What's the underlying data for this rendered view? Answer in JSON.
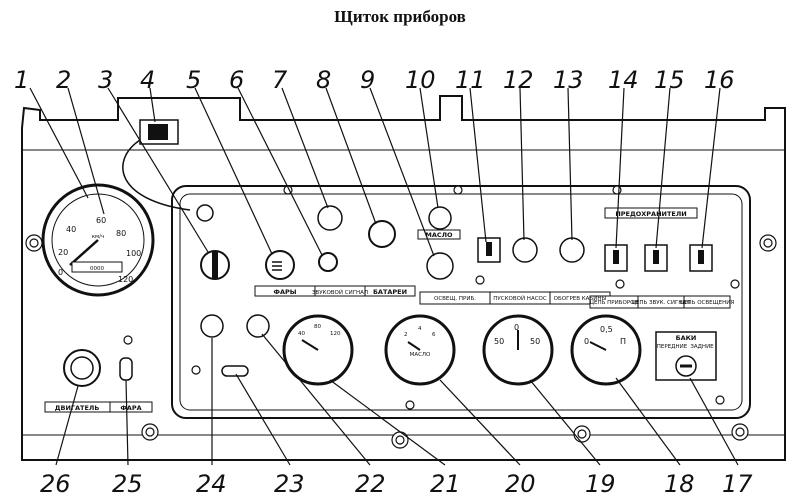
{
  "title": "Щиток приборов",
  "callouts": [
    "1",
    "2",
    "3",
    "4",
    "5",
    "6",
    "7",
    "8",
    "9",
    "10",
    "11",
    "12",
    "13",
    "14",
    "15",
    "16",
    "17",
    "18",
    "19",
    "20",
    "21",
    "22",
    "23",
    "24",
    "25",
    "26"
  ],
  "plates": {
    "fary": "ФАРЫ",
    "zvuk": "ЗВУКОВОЙ СИГНАЛ",
    "batarei": "БАТАРЕИ",
    "maslo": "МАСЛО",
    "predohraniteli": "ПРЕДОХРАНИТЕЛИ",
    "svet_ukaz": "ОСВЕЩ. ПРИБ.",
    "podogrevatel": "ПУСКОВОЙ НАСОС",
    "obogrev": "ОБОГРЕВ КАБИНЫ",
    "cep_priborov": "ЦЕПЬ ПРИБОРОВ",
    "cep_zvuk": "ЦЕПЬ ЗВУК. СИГНАЛ",
    "cep_osvesh": "ЦЕПЬ ОСВЕЩЕНИЯ",
    "dvigatel": "ДВИГАТЕЛЬ",
    "fara": "ФАРА",
    "baki": "БАКИ",
    "baki_left": "ПЕРЕДНИЕ",
    "baki_right": "ЗАДНИЕ"
  },
  "speedo": {
    "ticks": [
      "0",
      "20",
      "40",
      "60",
      "80",
      "100",
      "120"
    ],
    "unit": "км/ч",
    "odometer": "0000"
  },
  "gauges": {
    "g21_marks": [
      "40",
      "80",
      "120"
    ],
    "g20_marks": [
      "2",
      "4",
      "6"
    ],
    "g20_label": "МАСЛО",
    "g19_marks": [
      "50",
      "0",
      "50"
    ],
    "g18_marks": [
      "0",
      "0,5",
      "П"
    ]
  }
}
